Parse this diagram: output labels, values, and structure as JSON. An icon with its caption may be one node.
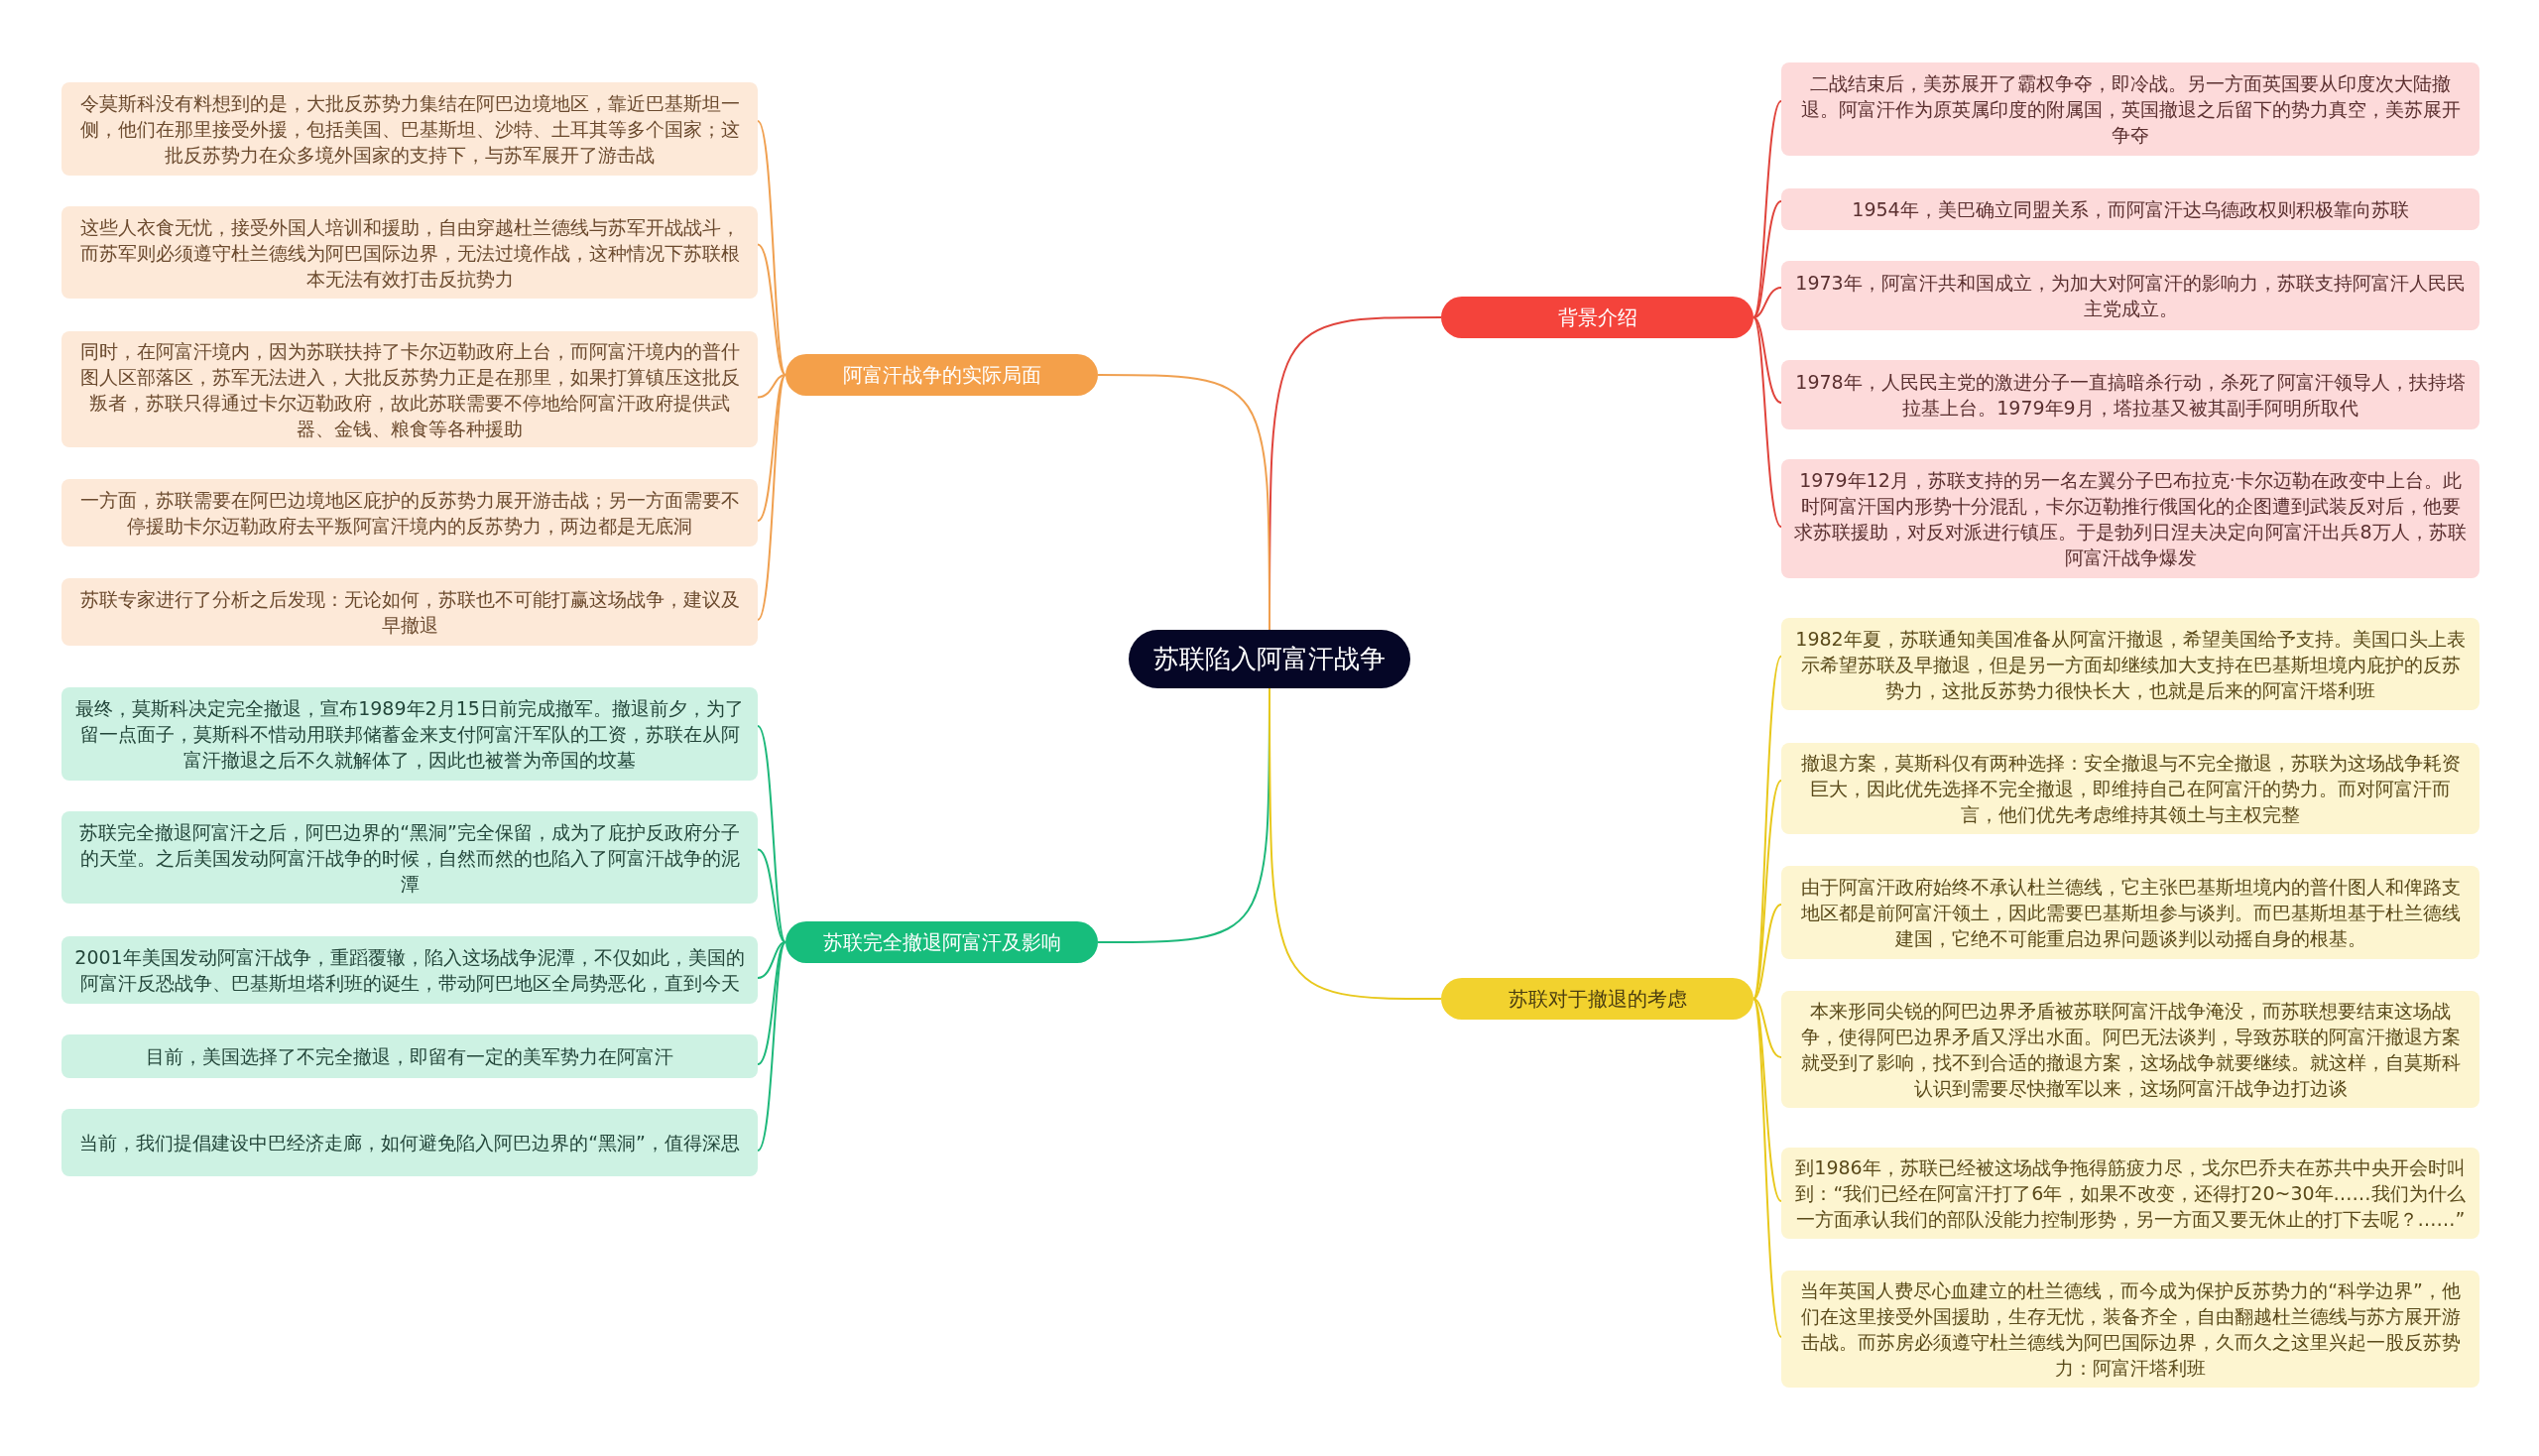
{
  "diagram": {
    "nodes": [
      {
        "text": [
          "苏联陷入阿富汗战争"
        ]
      },
      {
        "text": [
          "背景介绍"
        ]
      },
      {
        "text": [
          "二战结束后，美苏展开了霸权争夺，即冷战。另一方面英国要从印度次大陆撤退。阿富汗作为原英属印度的附属国，英国撤退之后留下的势力真空，美苏展开争夺"
        ]
      },
      {
        "text": [
          "1954年，美巴确立同盟关系，而阿富汗达乌德政权则积极靠向苏联"
        ]
      },
      {
        "text": [
          "1973年，阿富汗共和国成立，为加大对阿富汗的影响力，苏联支持阿富汗人民民主党成立。"
        ]
      },
      {
        "text": [
          "1978年，人民民主党的激进分子一直搞暗杀行动，杀死了阿富汗领导人，扶持塔拉基上台。1979年9月，塔拉基又被其副手阿明所取代"
        ]
      },
      {
        "text": [
          "1979年12月，苏联支持的另一名左翼分子巴布拉克·卡尔迈勒在政变中上台。此时阿富汗国内形势十分混乱，卡尔迈勒推行俄国化的企图遭到武装反对后，他要求苏联援助，对反对派进行镇压。于是勃列日涅夫决定向阿富汗出兵8万人，苏联阿富汗战争爆发"
        ]
      },
      {
        "text": [
          "阿富汗战争的实际局面"
        ]
      },
      {
        "text": [
          "令莫斯科没有料想到的是，大批反苏势力集结在阿巴边境地区，靠近巴基斯坦一侧，他们在那里接受外援，包括美国、巴基斯坦、沙特、土耳其等多个国家；这批反苏势力在众多境外国家的支持下，与苏军展开了游击战"
        ]
      },
      {
        "text": [
          "这些人衣食无忧，接受外国人培训和援助，自由穿越杜兰德线与苏军开战战斗，而苏军则必须遵守杜兰德线为阿巴国际边界，无法过境作战，这种情况下苏联根本无法有效打击反抗势力"
        ]
      },
      {
        "text": [
          "同时，在阿富汗境内，因为苏联扶持了卡尔迈勒政府上台，而阿富汗境内的普什图人区部落区，苏军无法进入，大批反苏势力正是在那里，如果打算镇压这批反叛者，苏联只得通过卡尔迈勒政府，故此苏联需要不停地给阿富汗政府提供武器、金钱、粮食等各种援助"
        ]
      },
      {
        "text": [
          "一方面，苏联需要在阿巴边境地区庇护的反苏势力展开游击战；另一方面需要不停援助卡尔迈勒政府去平叛阿富汗境内的反苏势力，两边都是无底洞"
        ]
      },
      {
        "text": [
          "苏联专家进行了分析之后发现：无论如何，苏联也不可能打赢这场战争，建议及早撤退"
        ]
      },
      {
        "text": [
          "苏联完全撤退阿富汗及影响"
        ]
      },
      {
        "text": [
          "最终，莫斯科决定完全撤退，宣布1989年2月15日前完成撤军。撤退前夕，为了留一点面子，莫斯科不惜动用联邦储蓄金来支付阿富汗军队的工资，苏联在从阿富汗撤退之后不久就解体了，因此也被誉为帝国的坟墓"
        ]
      },
      {
        "text": [
          "苏联完全撤退阿富汗之后，阿巴边界的“黑洞”完全保留，成为了庇护反政府分子的天堂。之后美国发动阿富汗战争的时候，自然而然的也陷入了阿富汗战争的泥潭"
        ]
      },
      {
        "text": [
          "2001年美国发动阿富汗战争，重蹈覆辙，陷入这场战争泥潭，不仅如此，美国的阿富汗反恐战争、巴基斯坦塔利班的诞生，带动阿巴地区全局势恶化，直到今天"
        ]
      },
      {
        "text": [
          "目前，美国选择了不完全撤退，即留有一定的美军势力在阿富汗"
        ]
      },
      {
        "text": [
          "当前，我们提倡建设中巴经济走廊，如何避免陷入阿巴边界的“黑洞”，值得深思"
        ]
      },
      {
        "text": [
          "苏联对于撤退的考虑"
        ]
      },
      {
        "text": [
          "1982年夏，苏联通知美国准备从阿富汗撤退，希望美国给予支持。美国口头上表示希望苏联及早撤退，但是另一方面却继续加大支持在巴基斯坦境内庇护的反苏势力，这批反苏势力很快长大，也就是后来的阿富汗塔利班"
        ]
      },
      {
        "text": [
          "撤退方案，莫斯科仅有两种选择：安全撤退与不完全撤退，苏联为这场战争耗资巨大，因此优先选择不完全撤退，即维持自己在阿富汗的势力。而对阿富汗而言，他们优先考虑维持其领土与主权完整"
        ]
      },
      {
        "text": [
          "由于阿富汗政府始终不承认杜兰德线，它主张巴基斯坦境内的普什图人和俾路支地区都是前阿富汗领土，因此需要巴基斯坦参与谈判。而巴基斯坦基于杜兰德线建国，它绝不可能重启边界问题谈判以动摇自身的根基。"
        ]
      },
      {
        "text": [
          "本来形同尖锐的阿巴边界矛盾被苏联阿富汗战争淹没，而苏联想要结束这场战争，使得阿巴边界矛盾又浮出水面。阿巴无法谈判，导致苏联的阿富汗撤退方案就受到了影响，找不到合适的撤退方案，这场战争就要继续。就这样，自莫斯科认识到需要尽快撤军以来，这场阿富汗战争边打边谈"
        ]
      },
      {
        "text": [
          "到1986年，苏联已经被这场战争拖得筋疲力尽，戈尔巴乔夫在苏共中央开会时叫到：“我们已经在阿富汗打了6年，如果不改变，还得打20~30年……我们为什么一方面承认我们的部队没能力控制形势，另一方面又要无休止的打下去呢？……”"
        ]
      },
      {
        "text": [
          "当年英国人费尽心血建立的杜兰德线，而今成为保护反苏势力的“科学边界”，他们在这里接受外国援助，生存无忧，装备齐全，自由翻越杜兰德线与苏方展开游击战。而苏房必须遵守杜兰德线为阿巴国际边界，久而久之这里兴起一股反苏势力：阿富汗塔利班"
        ]
      }
    ],
    "edges": [
      {
        "from": 0,
        "to": 1,
        "arrow": "none",
        "color": "#e0443c"
      },
      {
        "from": 0,
        "to": 7,
        "arrow": "none",
        "color": "#f0a050"
      },
      {
        "from": 0,
        "to": 13,
        "arrow": "none",
        "color": "#1db87a"
      },
      {
        "from": 0,
        "to": 19,
        "arrow": "none"
      },
      {
        "from": 1,
        "to": 2,
        "arrow": "none",
        "color": "#e0443c"
      },
      {
        "from": 1,
        "to": 3,
        "arrow": "none",
        "color": "#e0443c"
      },
      {
        "from": 1,
        "to": 4,
        "arrow": "none",
        "color": "#e0443c"
      },
      {
        "from": 1,
        "to": 5,
        "arrow": "none",
        "color": "#e0443c"
      },
      {
        "from": 1,
        "to": 6,
        "arrow": "none",
        "color": "#e0443c"
      },
      {
        "from": 7,
        "to": 8,
        "arrow": "none",
        "color": "#f0a050"
      },
      {
        "from": 7,
        "to": 9,
        "arrow": "none",
        "color": "#f0a050"
      },
      {
        "from": 7,
        "to": 10,
        "arrow": "none",
        "color": "#f0a050"
      },
      {
        "from": 7,
        "to": 11,
        "arrow": "none",
        "color": "#f0a050"
      },
      {
        "from": 7,
        "to": 12,
        "arrow": "none",
        "color": "#f0a050"
      },
      {
        "from": 13,
        "to": 14,
        "arrow": "none",
        "color": "#1db87a"
      },
      {
        "from": 13,
        "to": 15,
        "arrow": "none",
        "color": "#1db87a"
      },
      {
        "from": 13,
        "to": 16,
        "arrow": "none",
        "color": "#1db87a"
      },
      {
        "from": 13,
        "to": 17,
        "arrow": "none",
        "color": "#1db87a"
      },
      {
        "from": 13,
        "to": 18,
        "arrow": "none",
        "color": "#1db87a"
      },
      {
        "from": 19,
        "to": 20,
        "arrow": "none"
      },
      {
        "from": 19,
        "to": 21,
        "arrow": "none"
      },
      {
        "from": 19,
        "to": 22,
        "arrow": "none"
      },
      {
        "from": 19,
        "to": 23,
        "arrow": "none"
      },
      {
        "from": 19,
        "to": 24,
        "arrow": "none"
      },
      {
        "from": 19,
        "to": 25,
        "arrow": "none"
      }
    ]
  }
}
